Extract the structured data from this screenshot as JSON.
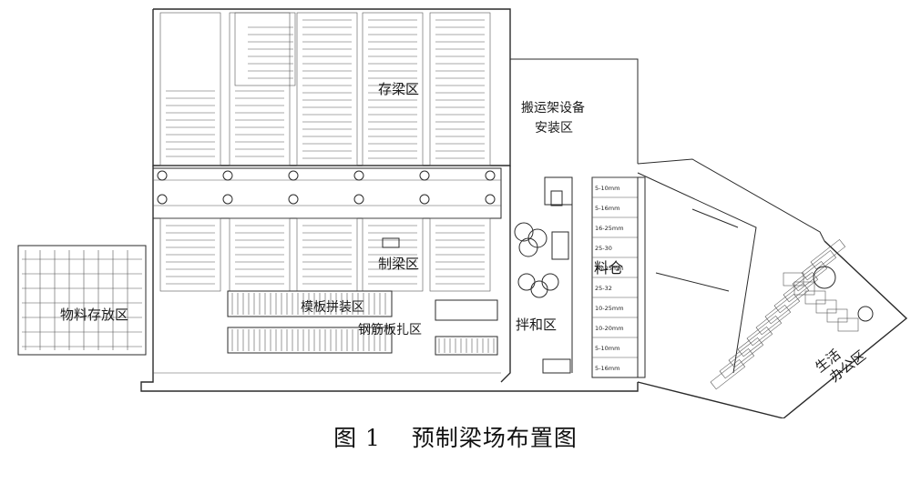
{
  "figure": {
    "caption_number": "图 1",
    "caption_title": "预制梁场布置图"
  },
  "zones": {
    "beam_storage": "存梁区",
    "transport_install": "搬运架设备安装区",
    "material_storage": "物料存放区",
    "beam_making": "制梁区",
    "formwork_assembly": "模板拼装区",
    "rebar_binding": "钢筋板扎区",
    "mixing": "拌和区",
    "material_bin": "料仓",
    "living_office": "生活办公区"
  },
  "bin_labels": [
    "5-10mm",
    "5-16mm",
    "16-25mm",
    "25-30",
    "16-25mm",
    "25-32",
    "10-25mm",
    "10-20mm",
    "5-10mm",
    "5-16mm"
  ]
}
